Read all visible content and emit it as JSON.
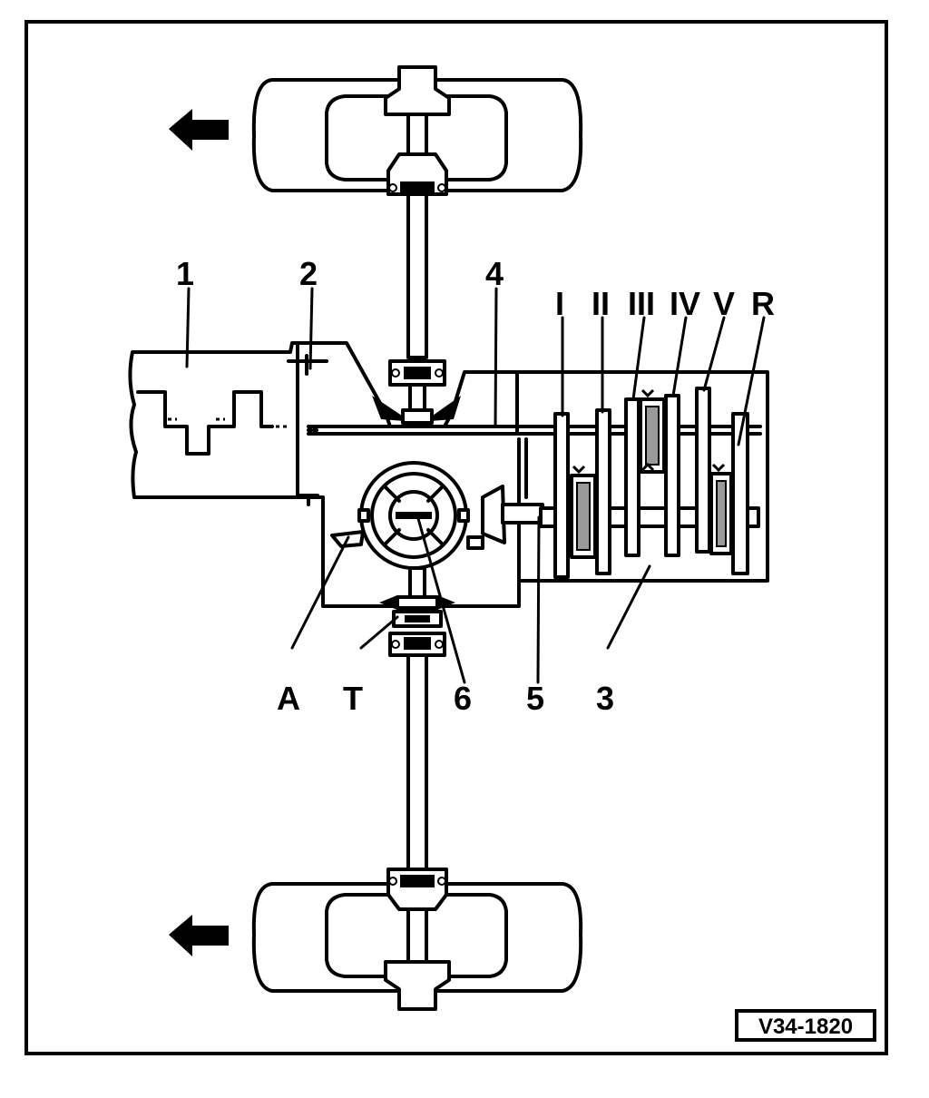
{
  "figure_id": "V34-1820",
  "callouts": {
    "c1": "1",
    "c2": "2",
    "c3": "3",
    "c4": "4",
    "c5": "5",
    "c6": "6",
    "cA": "A",
    "cT": "T",
    "gI": "I",
    "gII": "II",
    "gIII": "III",
    "gIV": "IV",
    "gV": "V",
    "gR": "R"
  }
}
